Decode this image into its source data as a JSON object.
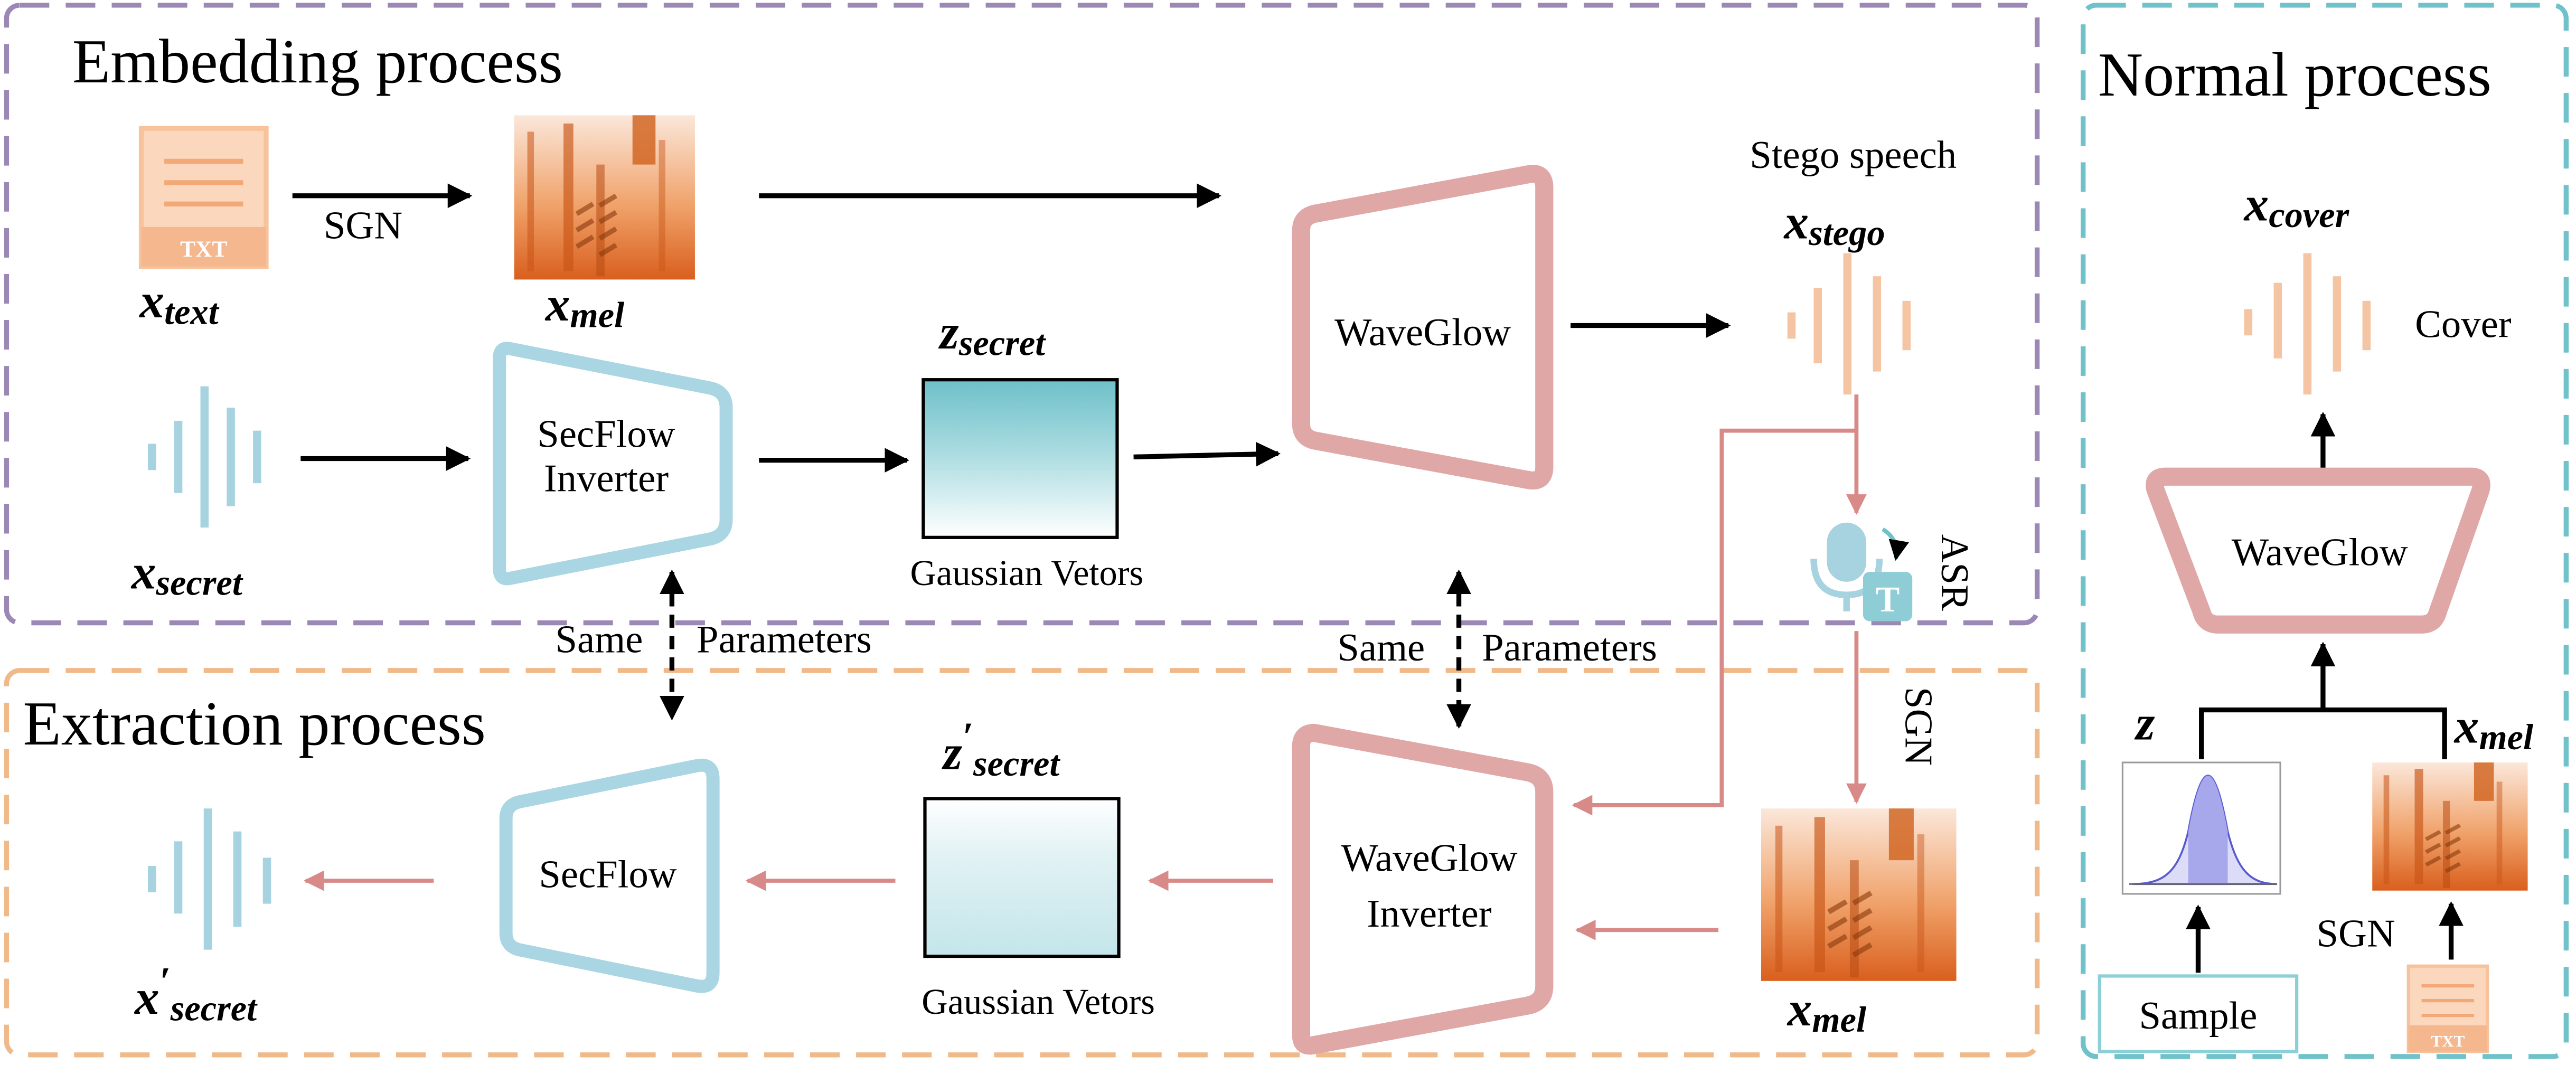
{
  "sections": {
    "embedding": "Embedding process",
    "extraction": "Extraction process",
    "normal": "Normal process"
  },
  "labels": {
    "sgn": "SGN",
    "sgn_vertical": "SGN",
    "asr": "ASR",
    "same": "Same",
    "parameters": "Parameters",
    "gaussian_vectors": "Gaussian Vetors",
    "stego_speech": "Stego speech",
    "cover": "Cover",
    "sample": "Sample",
    "txt": "TXT"
  },
  "modules": {
    "secflow_inverter_l1": "SecFlow",
    "secflow_inverter_l2": "Inverter",
    "waveglow": "WaveGlow",
    "secflow": "SecFlow",
    "waveglow_inverter_l1": "WaveGlow",
    "waveglow_inverter_l2": "Inverter",
    "normal_waveglow": "WaveGlow"
  },
  "math": {
    "x": "x",
    "z": "z",
    "text": "text",
    "mel": "mel",
    "secret": "secret",
    "stego": "stego",
    "cover": "cover",
    "prime": "′"
  },
  "colors": {
    "embedding_border": "#9b88b5",
    "extraction_border": "#f0b98a",
    "normal_border": "#6fc2c9",
    "secflow_blue": "#a9d6e2",
    "waveglow_pink": "#e0a7a7",
    "pink_arrow": "#d88a88",
    "speech_orange": "#f5c4a3",
    "speech_blue": "#a6d3df",
    "gauss_fill": "#b8b8ee"
  }
}
